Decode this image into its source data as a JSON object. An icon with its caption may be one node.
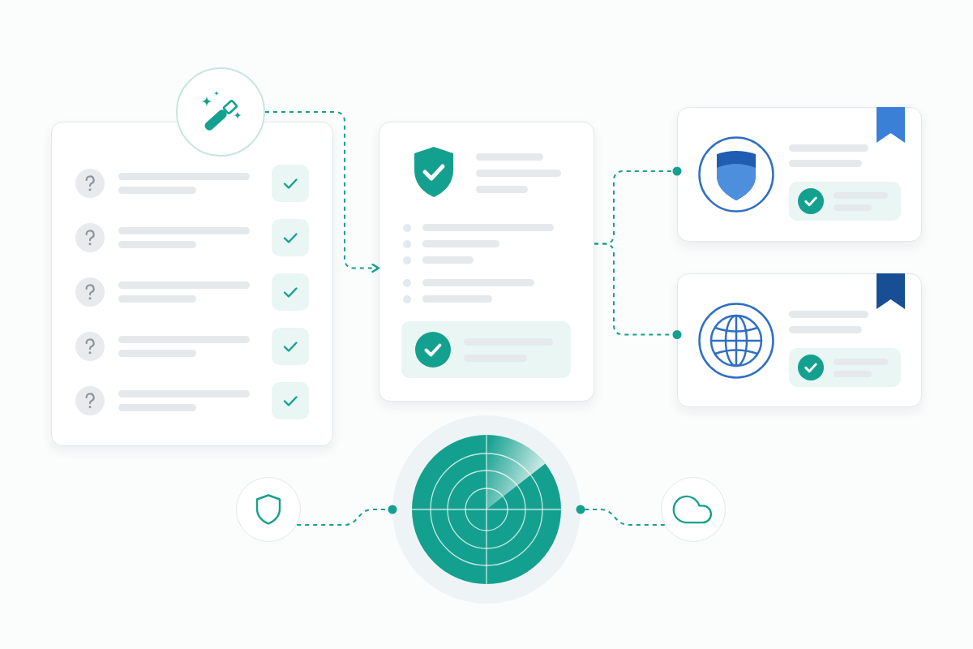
{
  "diagram": {
    "nodes": [
      {
        "text": [],
        "shape": "circle"
      },
      {
        "text": [],
        "shape": "box"
      },
      {
        "text": [],
        "shape": "box"
      },
      {
        "text": [],
        "shape": "box"
      },
      {
        "text": [],
        "shape": "box"
      },
      {
        "text": [],
        "shape": "circle"
      },
      {
        "text": [],
        "shape": "circle"
      },
      {
        "text": [],
        "shape": "circle"
      }
    ],
    "edges": [
      {
        "from": 0,
        "to": 2,
        "arrow": "to",
        "style": "dashed"
      },
      {
        "from": 2,
        "to": 3,
        "arrow": "other",
        "style": "dashed"
      },
      {
        "from": 2,
        "to": 4,
        "arrow": "other",
        "style": "dashed"
      },
      {
        "from": 5,
        "to": 6,
        "arrow": "other",
        "style": "dashed"
      },
      {
        "from": 7,
        "to": 6,
        "arrow": "other",
        "style": "dashed"
      }
    ]
  }
}
